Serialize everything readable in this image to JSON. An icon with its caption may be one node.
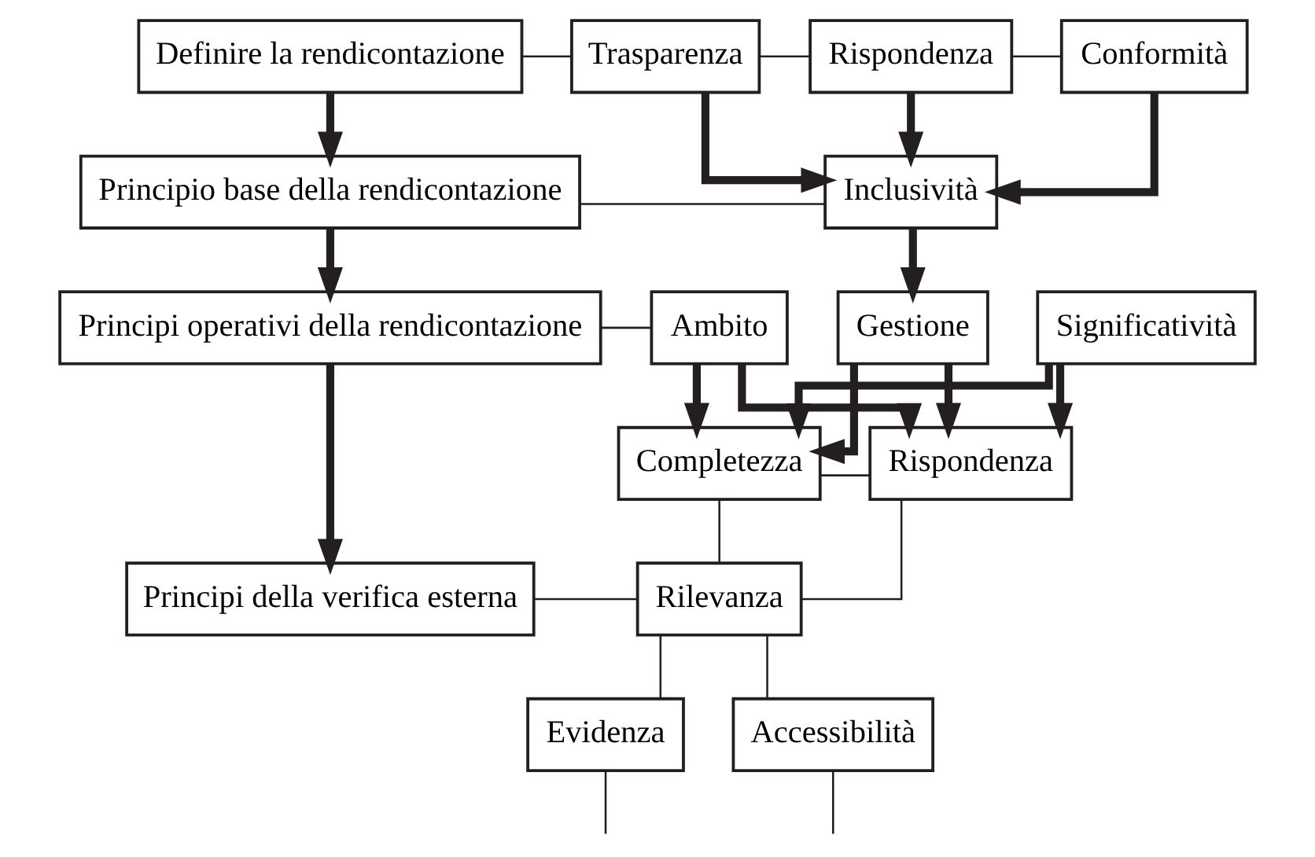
{
  "diagram": {
    "nodes": [
      {
        "text": [
          "Definire la rendicontazione"
        ]
      },
      {
        "text": [
          "Trasparenza"
        ]
      },
      {
        "text": [
          "Rispondenza"
        ]
      },
      {
        "text": [
          "Conformità"
        ]
      },
      {
        "text": [
          "Principio base della rendicontazione"
        ]
      },
      {
        "text": [
          "Inclusività"
        ]
      },
      {
        "text": [
          "Principi operativi della rendicontazione"
        ]
      },
      {
        "text": [
          "Ambito"
        ]
      },
      {
        "text": [
          "Gestione"
        ]
      },
      {
        "text": [
          "Significatività"
        ]
      },
      {
        "text": [
          "Completezza"
        ]
      },
      {
        "text": [
          "Rispondenza"
        ]
      },
      {
        "text": [
          "Principi della verifica esterna"
        ]
      },
      {
        "text": [
          "Rilevanza"
        ]
      },
      {
        "text": [
          "Evidenza"
        ]
      },
      {
        "text": [
          "Accessibilità"
        ]
      }
    ],
    "edges": [
      {
        "from": 0,
        "to": 4,
        "arrow": "to",
        "style": "thick"
      },
      {
        "from": 4,
        "to": 6,
        "arrow": "to",
        "style": "thick"
      },
      {
        "from": 6,
        "to": 12,
        "arrow": "to",
        "style": "thick"
      },
      {
        "from": 0,
        "to": 1,
        "arrow": "none"
      },
      {
        "from": 1,
        "to": 2,
        "arrow": "none"
      },
      {
        "from": 2,
        "to": 3,
        "arrow": "none"
      },
      {
        "from": 1,
        "to": 5,
        "arrow": "to",
        "style": "thick"
      },
      {
        "from": 2,
        "to": 5,
        "arrow": "to",
        "style": "thick"
      },
      {
        "from": 3,
        "to": 5,
        "arrow": "to",
        "style": "thick"
      },
      {
        "from": 4,
        "to": 5,
        "arrow": "none"
      },
      {
        "from": 5,
        "to": 8,
        "arrow": "to",
        "style": "thick"
      },
      {
        "from": 6,
        "to": 7,
        "arrow": "none"
      },
      {
        "from": 7,
        "to": 10,
        "arrow": "to",
        "style": "thick"
      },
      {
        "from": 8,
        "to": 10,
        "arrow": "to",
        "style": "thick"
      },
      {
        "from": 9,
        "to": 10,
        "arrow": "to",
        "style": "thick"
      },
      {
        "from": 7,
        "to": 11,
        "arrow": "to",
        "style": "thick"
      },
      {
        "from": 8,
        "to": 11,
        "arrow": "to",
        "style": "thick"
      },
      {
        "from": 9,
        "to": 11,
        "arrow": "to",
        "style": "thick"
      },
      {
        "from": 10,
        "to": 11,
        "arrow": "none"
      },
      {
        "from": 12,
        "to": 13,
        "arrow": "none"
      },
      {
        "from": 10,
        "to": 13,
        "arrow": "none"
      },
      {
        "from": 11,
        "to": 13,
        "arrow": "none"
      },
      {
        "from": 13,
        "to": 14,
        "arrow": "none"
      },
      {
        "from": 13,
        "to": 15,
        "arrow": "none"
      },
      {
        "from": 14,
        "to": null,
        "arrow": "none"
      },
      {
        "from": 15,
        "to": null,
        "arrow": "none"
      }
    ]
  }
}
